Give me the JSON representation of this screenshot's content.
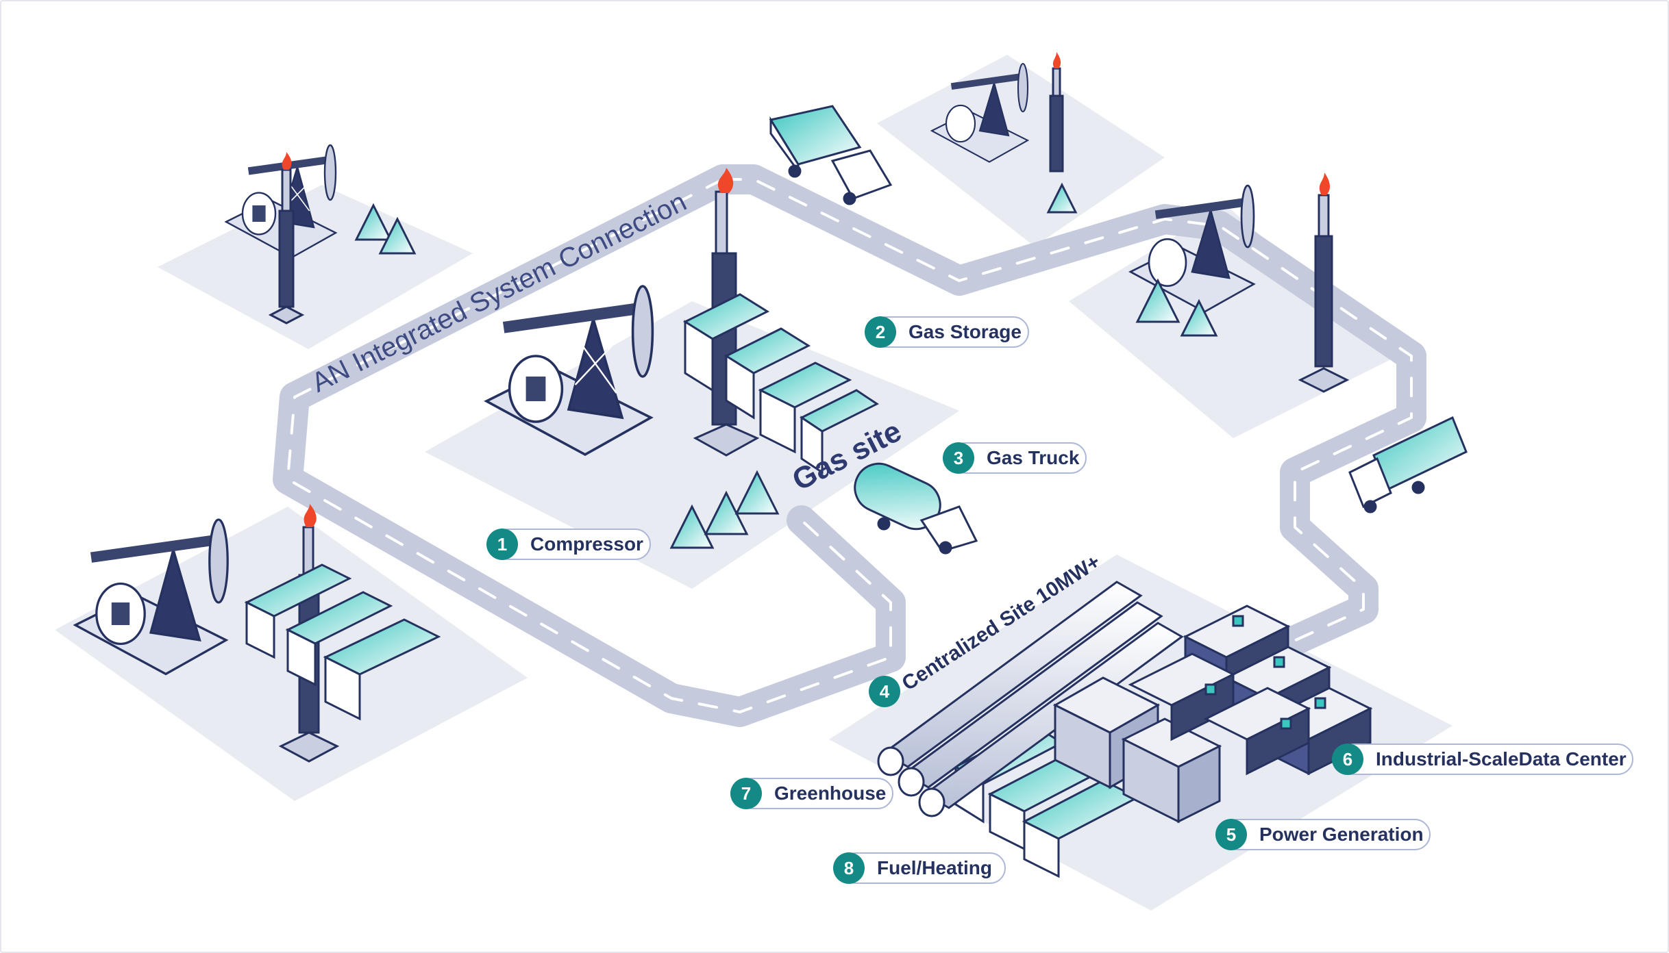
{
  "road_title": "AN Integrated System Connection",
  "site_title": "Gas site",
  "central_title": "Centralized Site 10MW+",
  "labels": [
    {
      "num": "1",
      "text": "Compressor"
    },
    {
      "num": "2",
      "text": "Gas Storage"
    },
    {
      "num": "3",
      "text": "Gas Truck"
    },
    {
      "num": "4",
      "text": ""
    },
    {
      "num": "5",
      "text": "Power Generation"
    },
    {
      "num": "6",
      "text": "Industrial-ScaleData Center"
    },
    {
      "num": "7",
      "text": "Greenhouse"
    },
    {
      "num": "8",
      "text": "Fuel/Heating"
    }
  ],
  "colors": {
    "accent": "#138a85",
    "navy": "#25315e",
    "road": "#c5cbdc",
    "platform": "#e9ebf3",
    "flame": "#f0472b",
    "teal": "#3cc6c0"
  }
}
